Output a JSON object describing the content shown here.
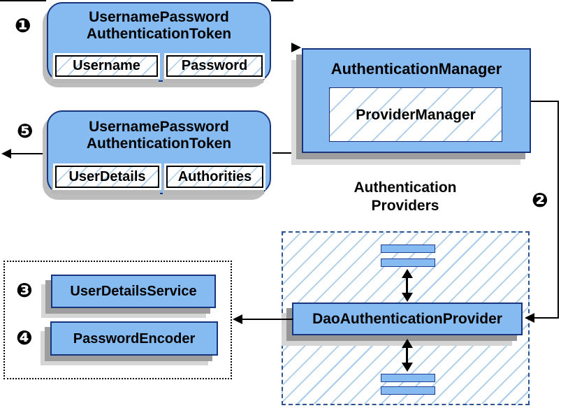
{
  "badges": {
    "s1": "❶",
    "s2": "❷",
    "s3": "❸",
    "s4": "❹",
    "s5": "❺"
  },
  "request_token": {
    "title_line1": "UsernamePassword",
    "title_line2": "AuthenticationToken",
    "fields": [
      "Username",
      "Password"
    ]
  },
  "auth_manager": {
    "title": "AuthenticationManager",
    "inner": "ProviderManager"
  },
  "result_token": {
    "title_line1": "UsernamePassword",
    "title_line2": "AuthenticationToken",
    "fields": [
      "UserDetails",
      "Authorities"
    ]
  },
  "providers_group": {
    "heading_line1": "Authentication",
    "heading_line2": "Providers",
    "provider": "DaoAuthenticationProvider"
  },
  "services": {
    "items": [
      "UserDetailsService",
      "PasswordEncoder"
    ]
  },
  "colors": {
    "node_fill": "#85BBF0",
    "node_border": "#17357C",
    "hatch_line": "#A9CCEC",
    "dashed_border": "#2E5395",
    "shadow_dark": "#9E9E9E",
    "shadow_light": "#DCDCDC",
    "connector": "#000000"
  }
}
